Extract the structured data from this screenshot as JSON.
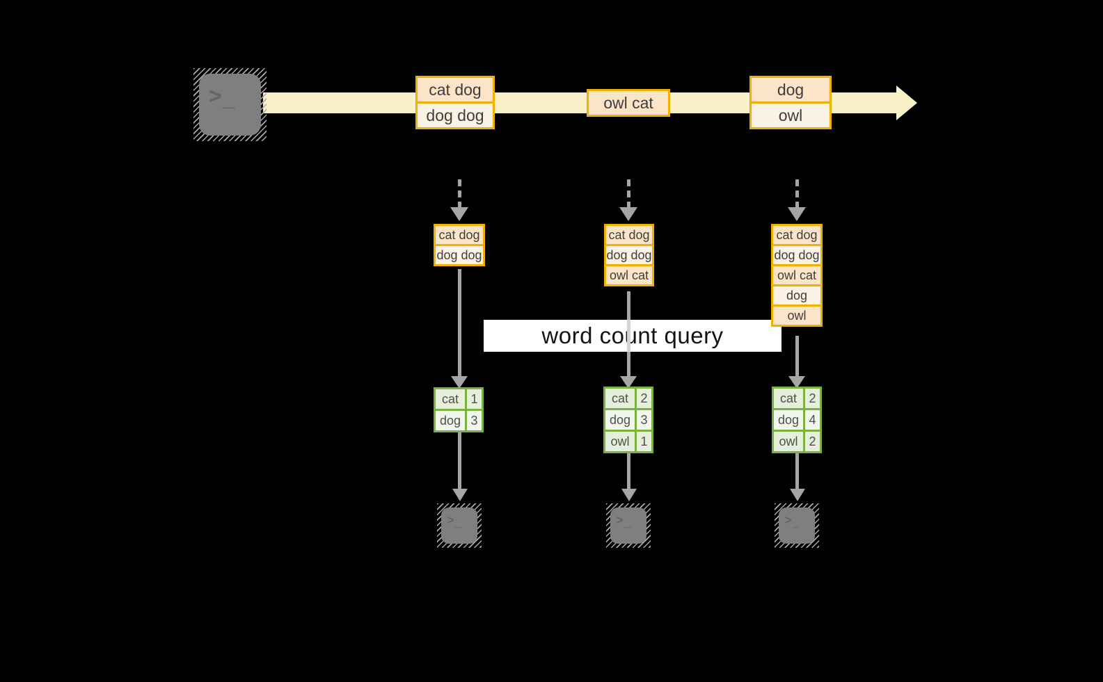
{
  "stream": {
    "events": [
      {
        "rows": [
          "cat dog",
          "dog dog"
        ]
      },
      {
        "rows": [
          "owl cat"
        ]
      },
      {
        "rows": [
          "dog",
          "owl"
        ]
      }
    ]
  },
  "query": {
    "label": "word count query"
  },
  "pipelines": [
    {
      "state": [
        "cat dog",
        "dog dog"
      ],
      "counts": [
        {
          "word": "cat",
          "count": "1"
        },
        {
          "word": "dog",
          "count": "3"
        }
      ]
    },
    {
      "state": [
        "cat dog",
        "dog dog",
        "owl cat"
      ],
      "counts": [
        {
          "word": "cat",
          "count": "2"
        },
        {
          "word": "dog",
          "count": "3"
        },
        {
          "word": "owl",
          "count": "1"
        }
      ]
    },
    {
      "state": [
        "cat dog",
        "dog dog",
        "owl cat",
        "dog",
        "owl"
      ],
      "counts": [
        {
          "word": "cat",
          "count": "2"
        },
        {
          "word": "dog",
          "count": "4"
        },
        {
          "word": "owl",
          "count": "2"
        }
      ]
    }
  ],
  "terminal": {
    "gt": ">",
    "underscore": "_"
  },
  "colors": {
    "background": "#000000",
    "stream_band": "#FAF0C8",
    "event_border": "#F0B000",
    "event_fill_dark": "#FBE4C7",
    "event_fill_light": "#FDF3E4",
    "count_border": "#7AB13F",
    "count_fill_a": "#E5EFDB",
    "count_fill_b": "#F1F6EC",
    "arrow_gray": "#A5A5A5",
    "terminal_gray": "#7F7F7F",
    "query_bg": "#FFFFFF",
    "text_dark": "#3E3E3E"
  }
}
